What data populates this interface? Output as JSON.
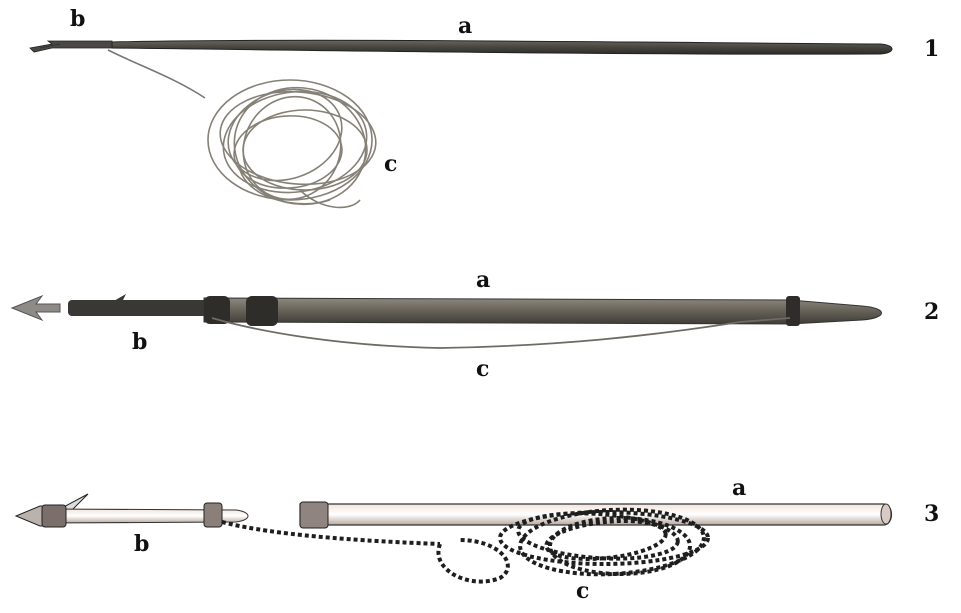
{
  "figure": {
    "items": [
      {
        "number": "1",
        "label_a": "a",
        "label_b": "b",
        "label_c": "c"
      },
      {
        "number": "2",
        "label_a": "a",
        "label_b": "b",
        "label_c": "c"
      },
      {
        "number": "3",
        "label_a": "a",
        "label_b": "b",
        "label_c": "c"
      }
    ]
  },
  "colors": {
    "shaft_dark": "#3b3a36",
    "shaft_mid": "#6e6a63",
    "shaft_light": "#a8a39a",
    "cord": "#8a877f",
    "drawing_cord": "#2a2a2a",
    "drawing_shaft": "#e8d8d2"
  }
}
